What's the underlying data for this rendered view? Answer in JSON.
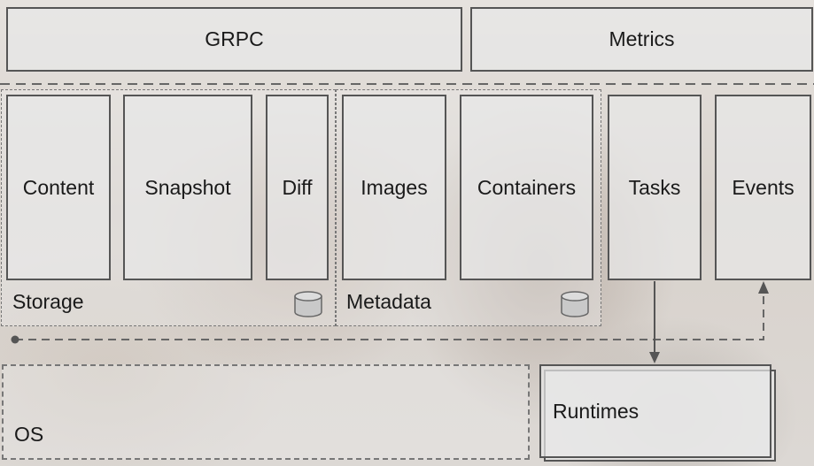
{
  "top": {
    "grpc": "GRPC",
    "metrics": "Metrics"
  },
  "services": {
    "content": "Content",
    "snapshot": "Snapshot",
    "diff": "Diff",
    "images": "Images",
    "containers": "Containers",
    "tasks": "Tasks",
    "events": "Events"
  },
  "groups": {
    "storage": "Storage",
    "metadata": "Metadata",
    "os": "OS",
    "runtimes": "Runtimes"
  },
  "icons": {
    "storage_db": "database-icon",
    "metadata_db": "database-icon"
  },
  "colors": {
    "border": "#555555",
    "box_fill": "#e8e8e8",
    "dashed": "#666666"
  }
}
